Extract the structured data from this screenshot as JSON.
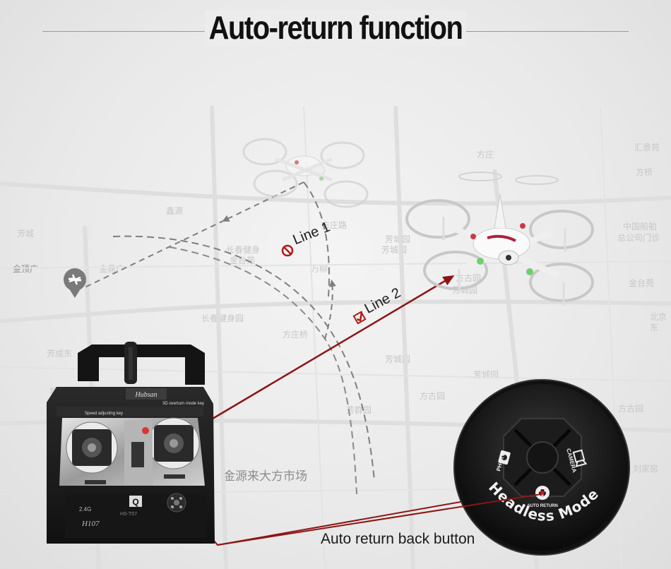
{
  "title": "Auto-return function",
  "line1_label": "Line 1",
  "line2_label": "Line 2",
  "caption": "Auto return back button",
  "headless_label": "Headless Mode",
  "photo_label": "PHOTO",
  "camera_label": "CAMERA",
  "auto_return_label": "AUTO RETURN",
  "remote_top_left_text": "Speed adjusting key",
  "remote_top_right_text": "3D overturn mode key",
  "map_labels": [
    "汇景苑",
    "中国船舶",
    "总公司门诊",
    "金鼎广",
    "北京",
    "金台苑",
    "方庄",
    "芳城园",
    "方古园",
    "芳城园",
    "金源来大方市场",
    "芳成东",
    "方古园",
    "长春健身",
    "金台苑",
    "方庄路",
    "万柳",
    "长春健身园",
    "芳城",
    "金顶广",
    "方庄桥",
    "鑫源",
    "方桥",
    "芳群园",
    "城园",
    "芳城园",
    "方古园",
    "东",
    "芳城园",
    "芳城园",
    "刘家窑"
  ],
  "colors": {
    "arrow_red": "#8e1414",
    "dash_gray": "#7e7e7e",
    "remote_body": "#1c1c1c",
    "title": "#111111"
  }
}
